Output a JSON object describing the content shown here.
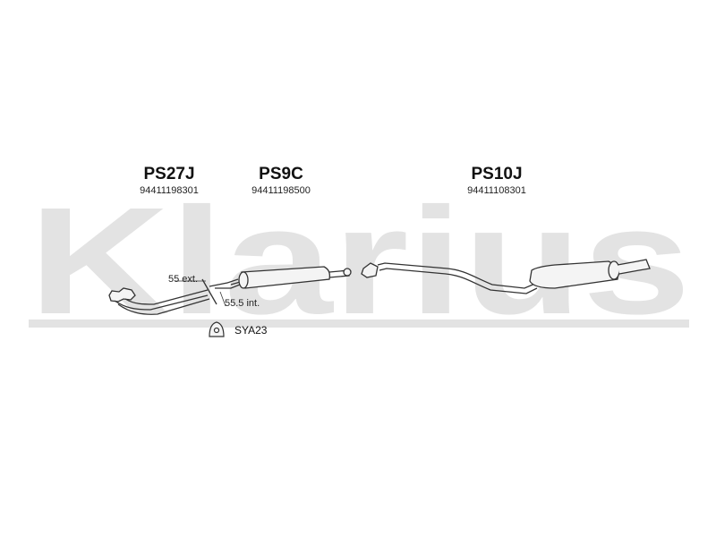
{
  "watermark": {
    "text": "Klarius",
    "color": "#e3e3e3"
  },
  "parts": [
    {
      "code": "PS27J",
      "number": "94411198301"
    },
    {
      "code": "PS9C",
      "number": "94411198500"
    },
    {
      "code": "PS10J",
      "number": "94411108301"
    }
  ],
  "dimensions": {
    "ext": "55 ext.",
    "int": "55.5 int."
  },
  "accessory": {
    "code": "SYA23",
    "icon": "rubber-hanger-icon"
  },
  "colors": {
    "line": "#333333",
    "fill": "#f4f4f4"
  }
}
